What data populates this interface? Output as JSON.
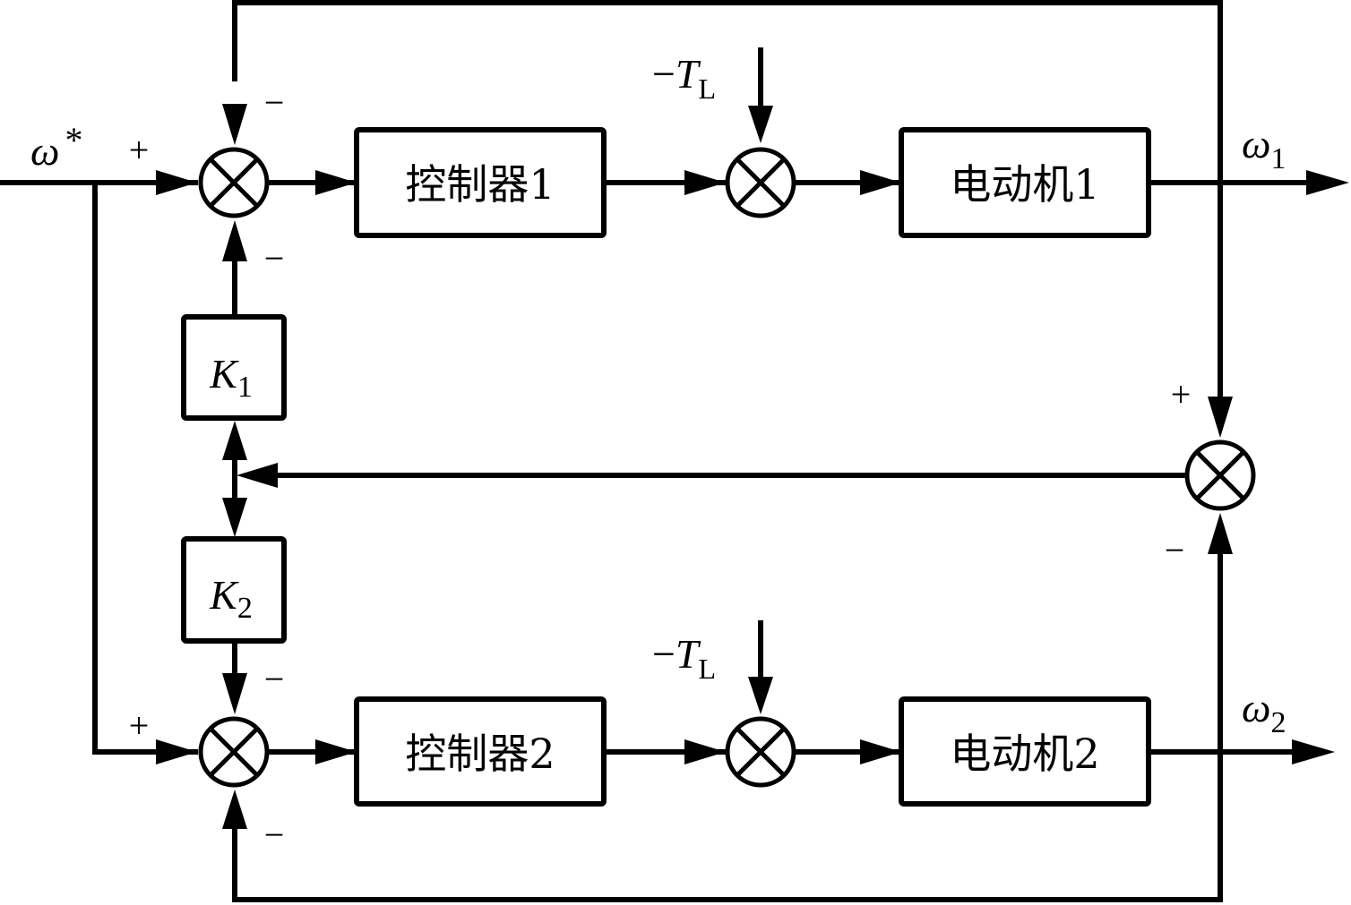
{
  "diagram": {
    "type": "control-block-diagram",
    "input": {
      "symbol": "ω",
      "superscript": "*"
    },
    "outputs": [
      {
        "symbol": "ω",
        "subscript": "1"
      },
      {
        "symbol": "ω",
        "subscript": "2"
      }
    ],
    "blocks": {
      "controller1": "控制器1",
      "controller2": "控制器2",
      "motor1": "电动机1",
      "motor2": "电动机2",
      "k1": {
        "symbol": "K",
        "subscript": "1"
      },
      "k2": {
        "symbol": "K",
        "subscript": "2"
      }
    },
    "disturbances": [
      {
        "prefix": "−",
        "symbol": "T",
        "subscript": "L"
      },
      {
        "prefix": "−",
        "symbol": "T",
        "subscript": "L"
      }
    ],
    "signs": {
      "sum1_left": "+",
      "sum1_top": "−",
      "sum1_bottom": "−",
      "sum2_left": "+",
      "sum2_top": "−",
      "sum2_bottom": "−",
      "sum_diff_top": "+",
      "sum_diff_bottom": "−"
    }
  }
}
